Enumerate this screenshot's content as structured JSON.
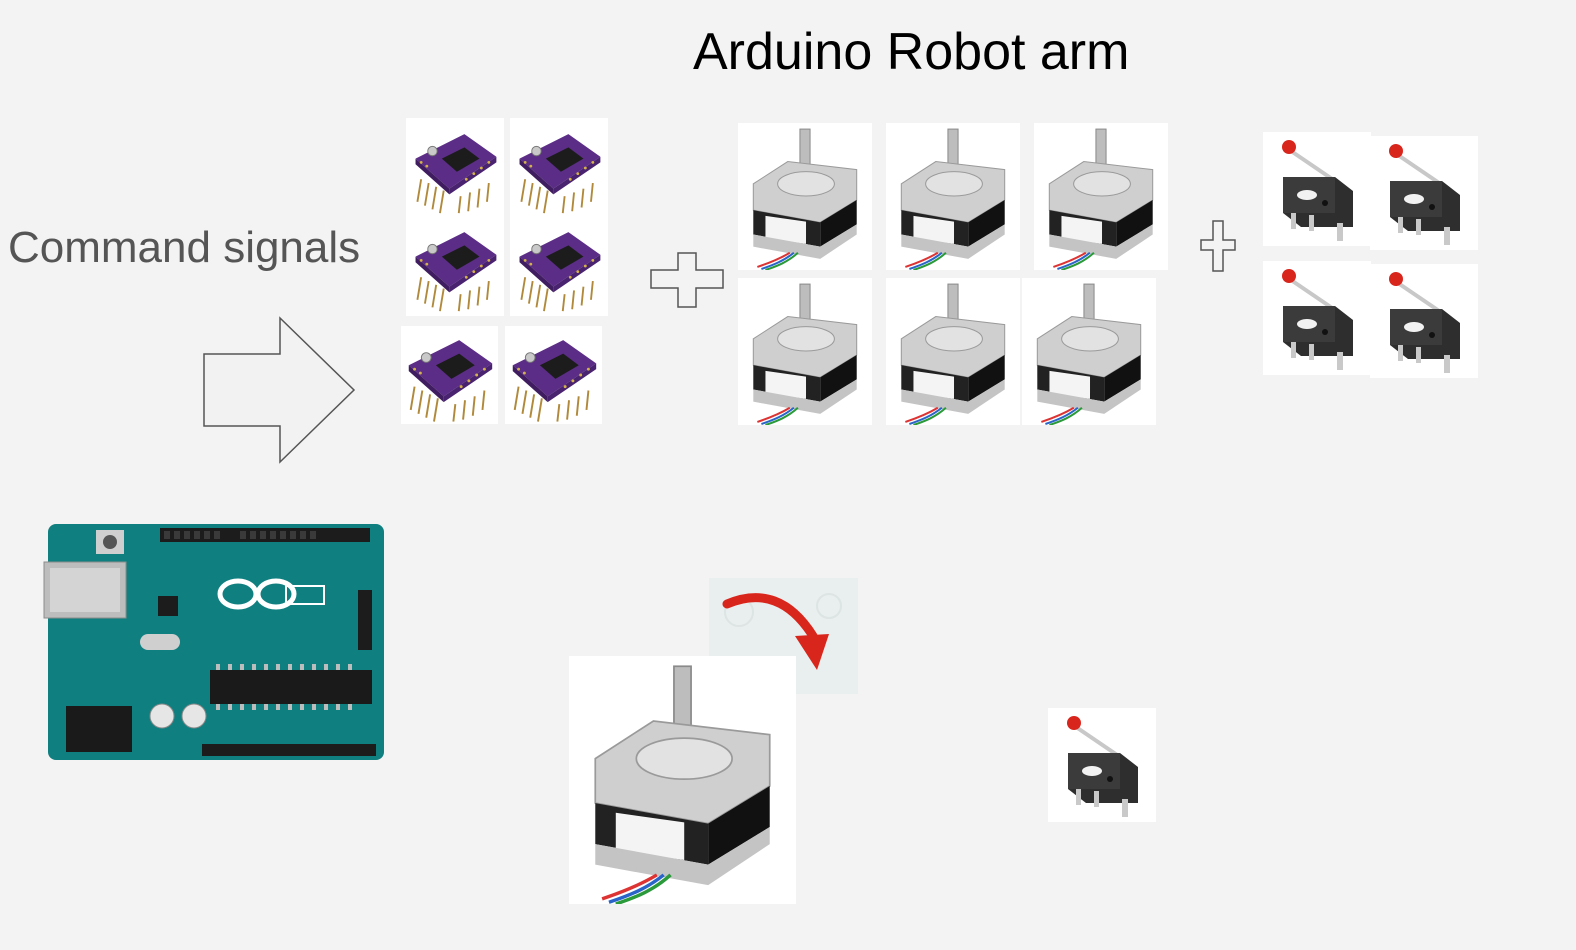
{
  "title": "Arduino Robot arm",
  "label": "Command signals",
  "components": {
    "drivers": {
      "count": 6,
      "icon": "stepper-driver-board-icon",
      "color": "#5b2d86"
    },
    "motors": {
      "count": 6,
      "icon": "stepper-motor-icon"
    },
    "switches": {
      "count": 4,
      "icon": "limit-switch-icon"
    },
    "controller": {
      "icon": "arduino-uno-board-icon",
      "color": "#0f7f80"
    }
  },
  "colors": {
    "background": "#f3f3f3",
    "arrow_fill": "#f2f2f2",
    "rotation_arrow": "#d9261c"
  }
}
